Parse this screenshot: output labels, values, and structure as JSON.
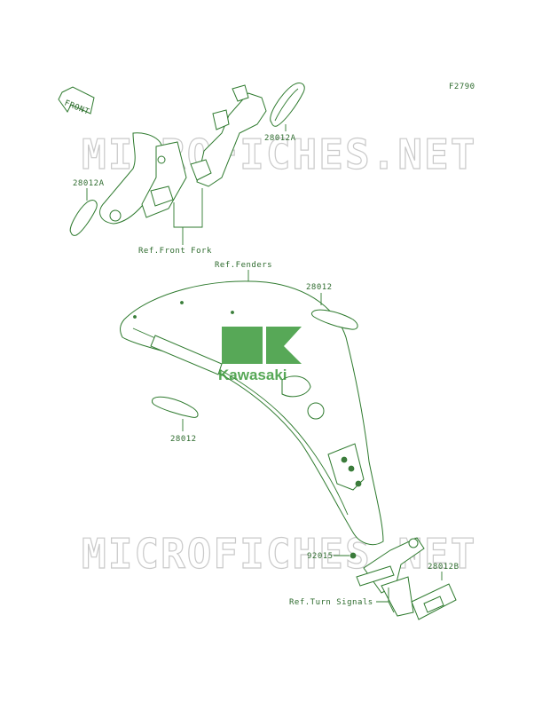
{
  "figure_code": "F2790",
  "front_arrow_label": "FRONT",
  "watermark_text": "MICROFICHES.NET",
  "logo_text": "Kawasaki",
  "colors": {
    "line": "#2e7a2e",
    "watermark": "#c9c9c9",
    "logo": "#3a9a3a"
  },
  "labels": {
    "decal_upper_right": "28012A",
    "decal_upper_left": "28012A",
    "ref_front_fork": "Ref.Front Fork",
    "ref_fenders": "Ref.Fenders",
    "decal_fender_right": "28012",
    "decal_fender_left": "28012",
    "part_bolt": "92015",
    "decal_bracket": "28012B",
    "ref_turn_signals": "Ref.Turn Signals"
  }
}
